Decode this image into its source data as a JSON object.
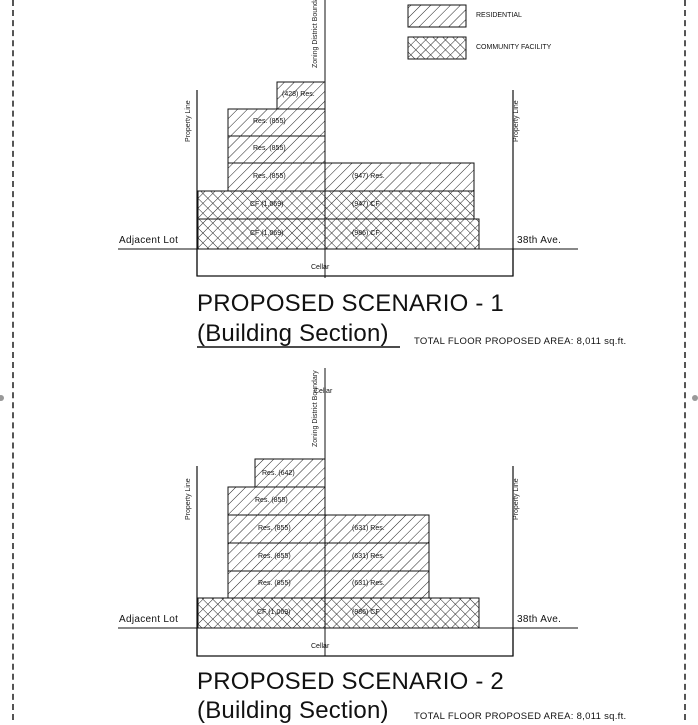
{
  "legend": {
    "residential_label": "RESIDENTIAL",
    "community_label": "COMMUNITY FACILITY"
  },
  "scenario1": {
    "zoning_label": "Zoning District Boundary",
    "property_line_left": "Property Line",
    "property_line_right": "Property Line",
    "adjacent_lot": "Adjacent Lot",
    "avenue": "38th Ave.",
    "cellar": "Cellar",
    "title": "PROPOSED SCENARIO - 1",
    "subtitle": "(Building Section)",
    "total_area": "TOTAL FLOOR PROPOSED AREA: 8,011 sq.ft.",
    "blocks": {
      "res_428": "(428) Res.",
      "res_855_a": "Res. (855)",
      "res_855_b": "Res. (855)",
      "res_855_c": "Res. (855)",
      "res_947": "(947) Res.",
      "cf_1069_a": "CF (1,069)",
      "cf_947": "(947) CF",
      "cf_1069_b": "CF (1,069)",
      "cf_986": "(986) CF"
    }
  },
  "scenario2": {
    "zoning_label": "Zoning District Boundary",
    "property_line_left": "Property Line",
    "property_line_right": "Property Line",
    "adjacent_lot": "Adjacent Lot",
    "avenue": "38th Ave.",
    "cellar": "Cellar",
    "title": "PROPOSED SCENARIO - 2",
    "subtitle": "(Building Section)",
    "total_area": "TOTAL FLOOR PROPOSED AREA: 8,011 sq.ft.",
    "blocks": {
      "res_642": "Res. (642)",
      "res_855_a": "Res. (855)",
      "res_855_b": "Res. (855)",
      "res_855_c": "Res. (855)",
      "res_855_d": "Res. (855)",
      "res_631_a": "(631) Res.",
      "res_631_b": "(631) Res.",
      "res_631_c": "(631) Res.",
      "cf_1069": "CF (1,069)",
      "cf_986": "(986) CF"
    }
  }
}
